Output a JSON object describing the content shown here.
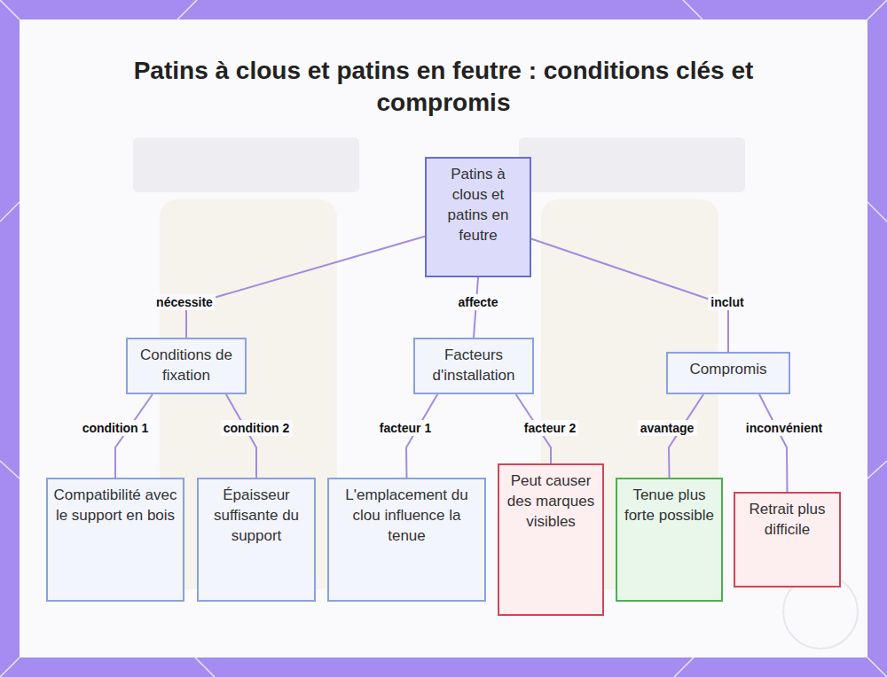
{
  "diagram": {
    "title": "Patins à clous et patins en feutre : conditions clés et compromis",
    "nodes": [
      {
        "text": [
          "Patins à clous et patins en feutre"
        ]
      },
      {
        "text": [
          "Conditions de fixation"
        ]
      },
      {
        "text": [
          "Facteurs d'installation"
        ]
      },
      {
        "text": [
          "Compromis"
        ]
      },
      {
        "text": [
          "Compatibilité avec le support en bois"
        ]
      },
      {
        "text": [
          "Épaisseur suffisante du support"
        ]
      },
      {
        "text": [
          "L'emplacement du clou influence la tenue"
        ]
      },
      {
        "text": [
          "Peut causer des marques visibles"
        ]
      },
      {
        "text": [
          "Tenue plus forte possible"
        ]
      },
      {
        "text": [
          "Retrait plus difficile"
        ]
      }
    ],
    "edges": [
      {
        "from": 0,
        "to": 1,
        "label": "nécessite",
        "arrow": "none"
      },
      {
        "from": 0,
        "to": 2,
        "label": "affecte",
        "arrow": "none"
      },
      {
        "from": 0,
        "to": 3,
        "label": "inclut",
        "arrow": "none"
      },
      {
        "from": 1,
        "to": 4,
        "label": "condition 1",
        "arrow": "none"
      },
      {
        "from": 1,
        "to": 5,
        "label": "condition 2",
        "arrow": "none"
      },
      {
        "from": 2,
        "to": 6,
        "label": "facteur 1",
        "arrow": "none"
      },
      {
        "from": 2,
        "to": 7,
        "label": "facteur 2",
        "arrow": "none"
      },
      {
        "from": 3,
        "to": 8,
        "label": "avantage",
        "arrow": "none"
      },
      {
        "from": 3,
        "to": 9,
        "label": "inconvénient",
        "arrow": "none"
      }
    ]
  }
}
